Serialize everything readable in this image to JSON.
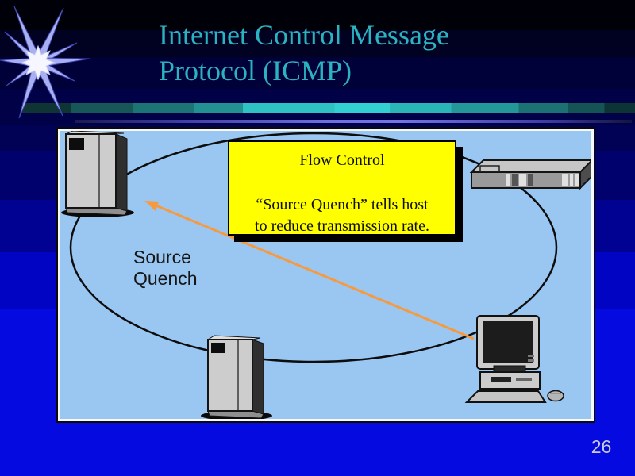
{
  "slide": {
    "title": {
      "line1": "Internet Control Message",
      "line2": "Protocol (ICMP)"
    },
    "page_number": "26",
    "colors": {
      "background_top": "#000008",
      "background_bottom": "#050be0",
      "title_text": "#2bb3c0",
      "divider_teal": "#32d0d0",
      "divider_purple": "#6e6ee0",
      "diagram_fill": "#9ac6f2",
      "callout_fill": "#ffff00",
      "callout_shadow": "#000000",
      "arrow": "#f79a3e",
      "network_ring": "#0d0d0d"
    }
  },
  "diagram": {
    "callout": {
      "title": "Flow Control",
      "body_line1": "“Source Quench” tells host",
      "body_line2": "to reduce transmission rate."
    },
    "arrow_label": {
      "line1": "Source",
      "line2": "Quench"
    },
    "nodes": [
      {
        "name": "server-top-left",
        "icon": "server-tower-icon"
      },
      {
        "name": "router-top-right",
        "icon": "router-icon"
      },
      {
        "name": "server-bottom",
        "icon": "server-tower-icon"
      },
      {
        "name": "workstation-bottom-right",
        "icon": "desktop-computer-icon"
      },
      {
        "name": "mouse",
        "icon": "mouse-icon"
      }
    ],
    "decorations": [
      {
        "name": "starburst",
        "icon": "starburst-icon"
      }
    ]
  }
}
